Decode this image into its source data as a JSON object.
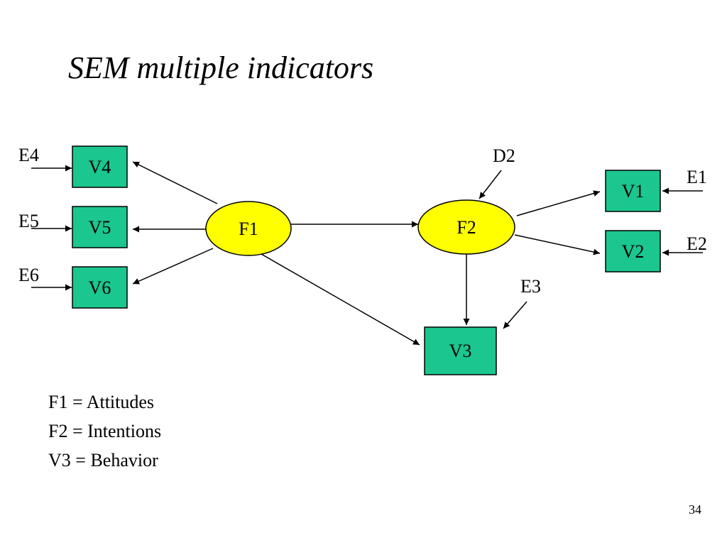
{
  "title": "SEM multiple indicators",
  "colors": {
    "indicator_fill": "#1bc68f",
    "factor_fill": "#ffff00",
    "stroke": "#000000"
  },
  "nodes": {
    "v4": "V4",
    "v5": "V5",
    "v6": "V6",
    "v1": "V1",
    "v2": "V2",
    "v3": "V3",
    "f1": "F1",
    "f2": "F2"
  },
  "error_terms": {
    "e4": "E4",
    "e5": "E5",
    "e6": "E6",
    "e1": "E1",
    "e2": "E2",
    "e3": "E3",
    "d2": "D2"
  },
  "legend": [
    "F1 = Attitudes",
    "F2 = Intentions",
    "V3 = Behavior"
  ],
  "page_number": "34"
}
